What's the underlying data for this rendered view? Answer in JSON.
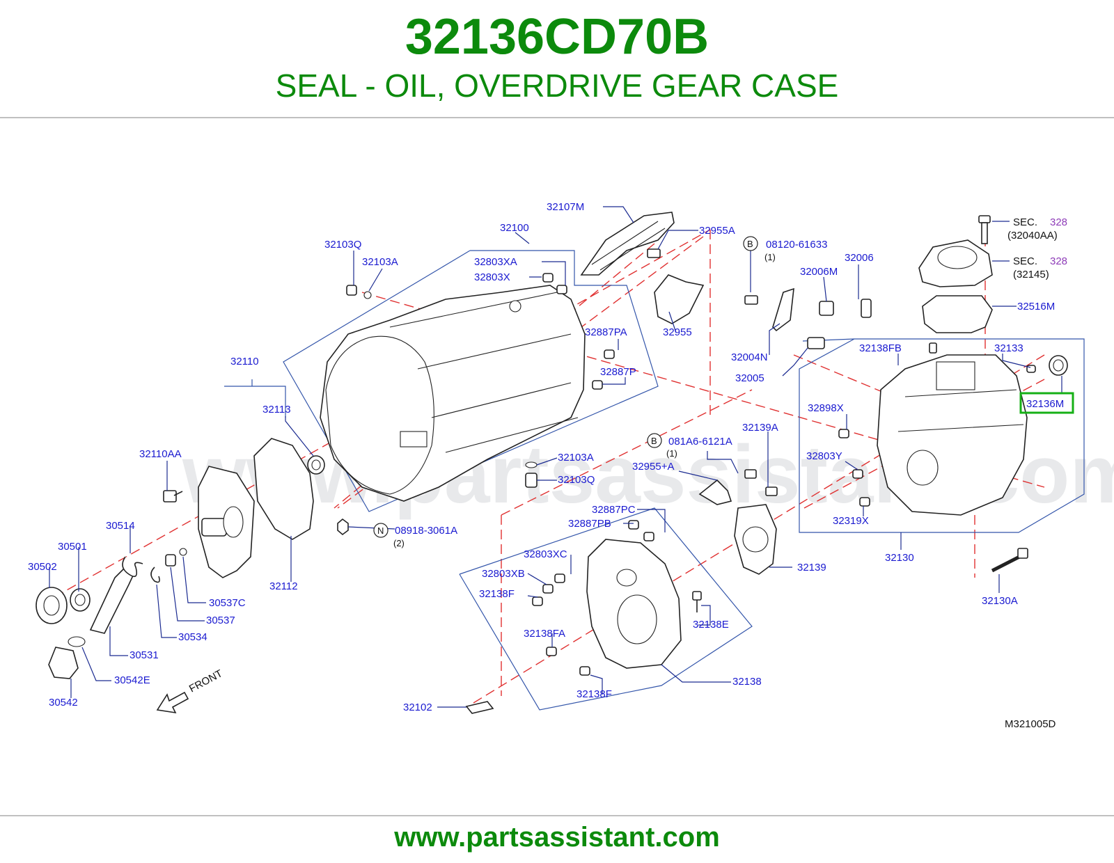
{
  "header": {
    "part_number": "32136CD70B",
    "part_name": "SEAL - OIL, OVERDRIVE GEAR CASE"
  },
  "footer": {
    "url": "www.partsassistant.com"
  },
  "diagram": {
    "watermark": "www.partsassistant.com",
    "diagram_code": "M321005D",
    "front_label": "FRONT",
    "highlighted_part": "32136M",
    "callouts": {
      "p32107M": "32107M",
      "p32955A": "32955A",
      "p32100": "32100",
      "p32103Q_top": "32103Q",
      "p32103A_top": "32103A",
      "p32803XA": "32803XA",
      "p32803X": "32803X",
      "p32955": "32955",
      "p32887PA": "32887PA",
      "p32887P": "32887P",
      "p32110": "32110",
      "p32113": "32113",
      "p32110AA": "32110AA",
      "p32103A_mid": "32103A",
      "p32955A_plus": "32955+A",
      "p32103Q_mid": "32103Q",
      "p32514": "30514",
      "p30501": "30501",
      "p30502": "30502",
      "p30537C": "30537C",
      "p30537": "30537",
      "p32112": "32112",
      "p30534": "30534",
      "p30531": "30531",
      "p30542E": "30542E",
      "p30542": "30542",
      "p32887PC": "32887PC",
      "p32887PB": "32887PB",
      "p32803XC": "32803XC",
      "p32803XB": "32803XB",
      "p32138F_top": "32138F",
      "p32138FA": "32138FA",
      "p32138E": "32138E",
      "p32138": "32138",
      "p32138F_bot": "32138F",
      "p32102": "32102",
      "p32004N": "32004N",
      "p32006M": "32006M",
      "p32006": "32006",
      "p32005": "32005",
      "p32138FB": "32138FB",
      "p32133": "32133",
      "p32136M": "32136M",
      "p32898X": "32898X",
      "p32803Y": "32803Y",
      "p32319X": "32319X",
      "p32130": "32130",
      "p32139A": "32139A",
      "p32139": "32139",
      "p32130A": "32130A",
      "p32516M": "32516M",
      "sec1": "SEC.",
      "sec1_num": "328",
      "sec1_ref": "(32040AA)",
      "sec2": "SEC.",
      "sec2_num": "328",
      "sec2_ref": "(32145)"
    },
    "bolts": {
      "b1_letter": "B",
      "b1_code": "08120-61633",
      "b1_qty": "(1)",
      "b2_letter": "B",
      "b2_code": "081A6-6121A",
      "b2_qty": "(1)",
      "n1_letter": "N",
      "n1_code": "08918-3061A",
      "n1_qty": "(2)"
    },
    "colors": {
      "title_green": "#0c8a0c",
      "label_blue": "#1a1ad0",
      "sec_purple": "#8e3cb8",
      "centerline_red": "#e03030",
      "highlight_green": "#16b016"
    }
  }
}
